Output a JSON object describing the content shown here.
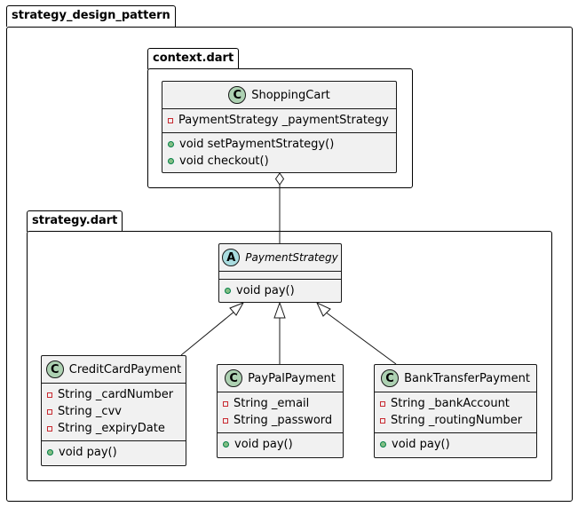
{
  "packages": {
    "outer": {
      "name": "strategy_design_pattern"
    },
    "context": {
      "name": "context.dart"
    },
    "strategy": {
      "name": "strategy.dart"
    }
  },
  "classes": {
    "shopping_cart": {
      "badge": "C",
      "name": "ShoppingCart",
      "attributes": [
        "PaymentStrategy _paymentStrategy"
      ],
      "methods": [
        "void setPaymentStrategy()",
        "void checkout()"
      ]
    },
    "payment_strategy": {
      "badge": "A",
      "name": "PaymentStrategy",
      "attributes": [],
      "methods": [
        "void pay()"
      ]
    },
    "credit_card_payment": {
      "badge": "C",
      "name": "CreditCardPayment",
      "attributes": [
        "String _cardNumber",
        "String _cvv",
        "String _expiryDate"
      ],
      "methods": [
        "void pay()"
      ]
    },
    "paypal_payment": {
      "badge": "C",
      "name": "PayPalPayment",
      "attributes": [
        "String _email",
        "String _password"
      ],
      "methods": [
        "void pay()"
      ]
    },
    "bank_transfer_payment": {
      "badge": "C",
      "name": "BankTransferPayment",
      "attributes": [
        "String _bankAccount",
        "String _routingNumber"
      ],
      "methods": [
        "void pay()"
      ]
    }
  },
  "colors": {
    "class_fill": "#f1f1f1",
    "class_badge": "#add1b2",
    "abstract_badge": "#a9dcdf",
    "private_marker": "#c82930",
    "public_marker": "#84be84"
  }
}
